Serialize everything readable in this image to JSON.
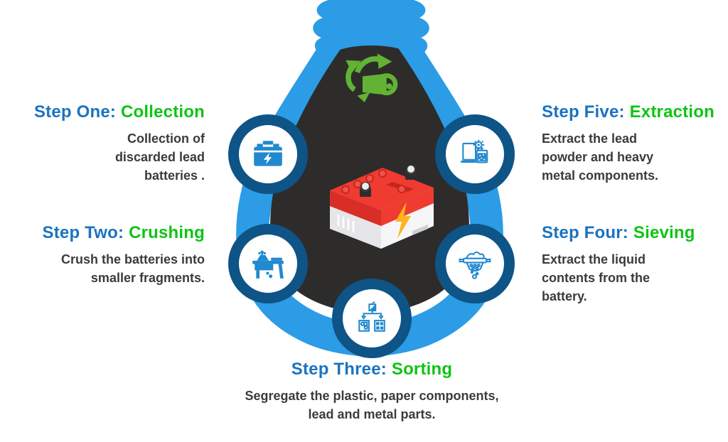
{
  "colors": {
    "bulb_blue": "#2b9ce5",
    "bulb_dark": "#2d2c2b",
    "ring_blue": "#0e5486",
    "icon_blue": "#2189cf",
    "recycle_green": "#62b233",
    "title_blue": "#1b73c0",
    "title_green": "#0fc414",
    "body_text": "#3b3b3b",
    "battery_red": "#ef3b30",
    "battery_red_dark": "#d92d26",
    "bolt_yellow": "#ffb41d",
    "background": "#ffffff"
  },
  "center": {
    "shape": "lightbulb",
    "recycle_icon": "recycle-icon",
    "battery_illustration": "lead-acid-battery"
  },
  "steps": [
    {
      "prefix": "Step One:",
      "name": "Collection",
      "lines": [
        "Collection of",
        "discarded lead",
        "batteries ."
      ],
      "icon": "battery-icon"
    },
    {
      "prefix": "Step Two:",
      "name": "Crushing",
      "lines": [
        "Crush the batteries into",
        "smaller fragments."
      ],
      "icon": "crusher-machine-icon"
    },
    {
      "prefix": "Step Three:",
      "name": "Sorting",
      "lines": [
        "Segregate the plastic, paper components,",
        "lead and metal parts."
      ],
      "icon": "sorting-bins-icon"
    },
    {
      "prefix": "Step Four:",
      "name": "Sieving",
      "lines": [
        "Extract the liquid",
        "contents from the",
        "battery."
      ],
      "icon": "sieve-icon"
    },
    {
      "prefix": "Step Five:",
      "name": "Extraction",
      "lines": [
        "Extract the lead",
        "powder and heavy",
        "metal components."
      ],
      "icon": "extraction-tank-icon"
    }
  ]
}
